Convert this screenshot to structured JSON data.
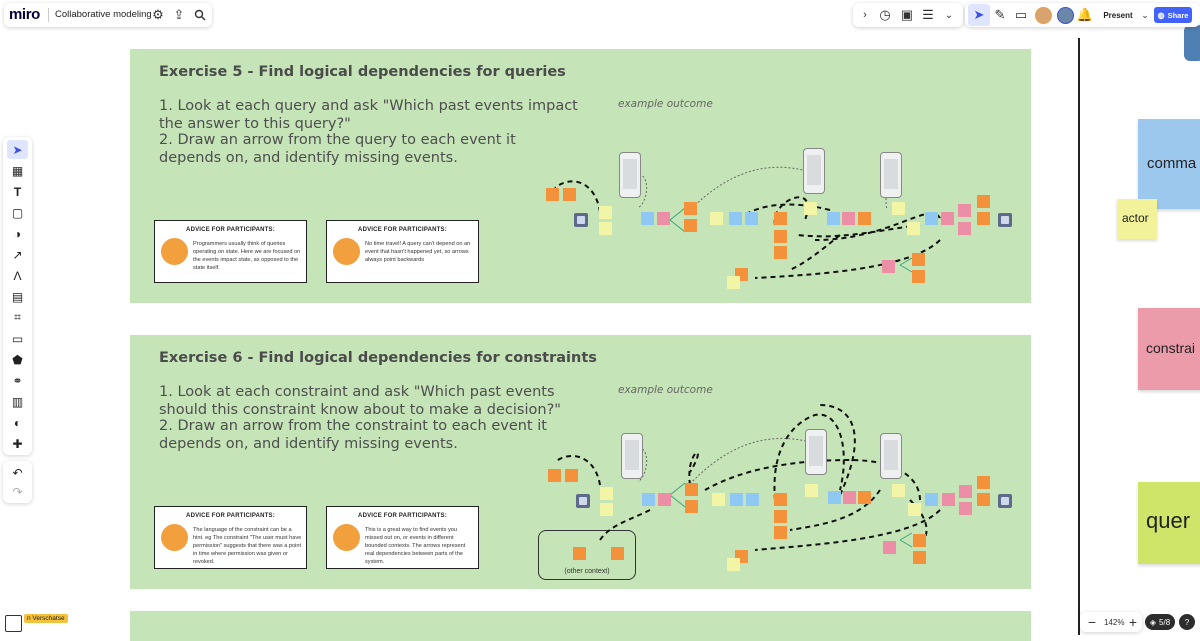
{
  "app": {
    "logo": "miro",
    "board_title": "Collaborative modeling"
  },
  "topbar_right": {
    "present_label": "Present",
    "share_label": "Share"
  },
  "colors": {
    "frame_green": "#c5e4b7",
    "accent": "#4262ff",
    "orange_sticky": "#f4923b",
    "bulb": "#f2a03d"
  },
  "exercise5": {
    "title": "Exercise 5 - Find logical dependencies for queries",
    "line1": "1. Look at each query and ask \"Which past events impact the answer to this query?\"",
    "line2": "2. Draw an arrow from the query to each event it depends on, and identify missing events.",
    "outcome_label": "example outcome",
    "advice": [
      {
        "title": "ADVICE FOR PARTICIPANTS:",
        "body": "Programmers usually think of queries operating on state. Here we are focused on the events impact state, as opposed to the state itself."
      },
      {
        "title": "ADVICE FOR PARTICIPANTS:",
        "body": "No time travel! A query can't depend on an event that hasn't happened yet, so arrows always point backwards"
      }
    ]
  },
  "exercise6": {
    "title": "Exercise 6 - Find logical dependencies for constraints",
    "line1": "1. Look at each constraint and ask \"Which past events should this constraint know about to make a decision?\"",
    "line2": "2. Draw an arrow from the constraint to each event it depends on, and identify missing events.",
    "outcome_label": "example outcome",
    "other_context": "(other context)",
    "advice": [
      {
        "title": "ADVICE FOR PARTICIPANTS:",
        "body": "The language of the constraint can be a hint. eg The constraint \"The user must have permission\" suggests that there was a point in time where permission was given or revoked."
      },
      {
        "title": "ADVICE FOR PARTICIPANTS:",
        "body": "This is a great way to find events you missed out on, or events in different bounded contexts. The arrows represent real dependencies between parts of the system."
      }
    ]
  },
  "right_stickies": {
    "command": "comma",
    "actor": "actor",
    "constraint": "constrai",
    "query": "quer"
  },
  "cursor_tag": "n Verschatse",
  "bottom_right": {
    "zoom": "142%",
    "pages": "5/8",
    "help": "?"
  }
}
